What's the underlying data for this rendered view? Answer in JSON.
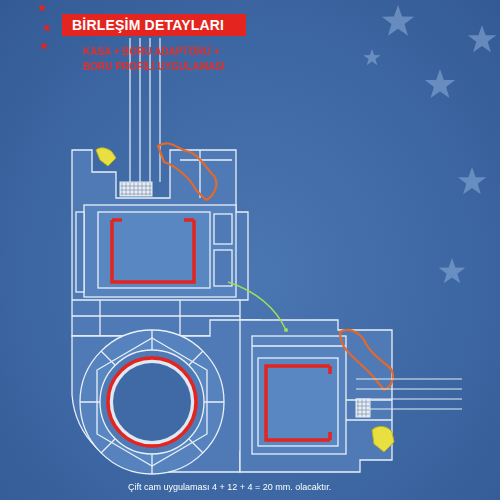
{
  "diagram": {
    "title": "BİRLEŞİM DETAYLARI",
    "caption": "Çift cam uygulaması 4 + 12 + 4 = 20 mm. olacaktır.",
    "labels": [
      "KASA + BORU ADAPTÖRÜ + BORU PROFİLİ UYGULAMASI"
    ]
  }
}
